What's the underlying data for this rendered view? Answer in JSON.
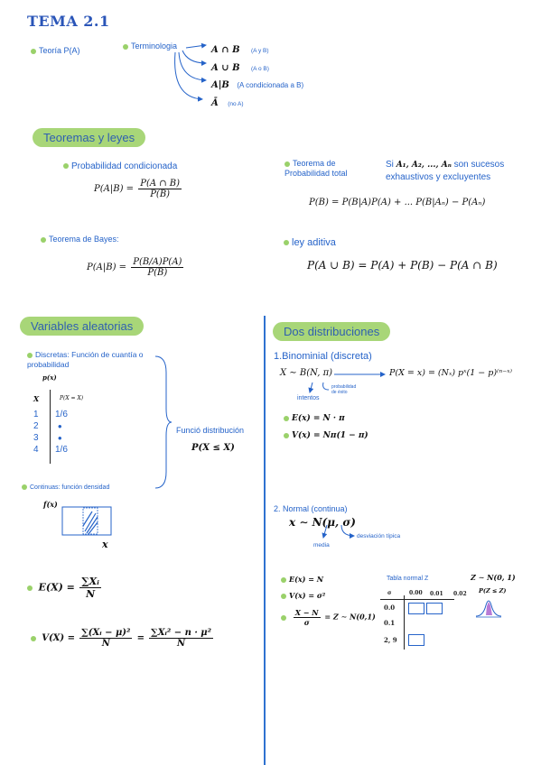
{
  "title": "TEMA 2.1",
  "teoria": "Teoría P(A)",
  "terminologia": {
    "label": "Terminologia",
    "items": [
      {
        "sym": "A ∩ B",
        "note": "(A y B)"
      },
      {
        "sym": "A ∪ B",
        "note": "(A o B)"
      },
      {
        "sym": "A|B",
        "note": "(A condicionada a B)"
      },
      {
        "sym": "Ā",
        "note": "(no A)"
      }
    ]
  },
  "teoremas": {
    "pill": "Teoremas y leyes",
    "cond_label": "Probabilidad condicionada",
    "cond_lhs": "P(A|B) =",
    "cond_num": "P(A ∩ B)",
    "cond_den": "P(B)",
    "total_label": "Teorema de Probabilidad total",
    "total_desc_si": "Si",
    "total_desc_sets": "A₁, A₂, ..., Aₙ",
    "total_desc_rest": "son sucesos exhaustivos y excluyentes",
    "total_formula": "P(B) = P(B|A)P(A) + ... P(B|Aₙ) − P(Aₙ)",
    "bayes_label": "Teorema de Bayes:",
    "bayes_lhs": "P(A|B) =",
    "bayes_num": "P(B/A)P(A)",
    "bayes_den": "P(B)",
    "aditiva_label": "ley aditiva",
    "aditiva_formula": "P(A ∪ B) = P(A) + P(B) − P(A ∩ B)"
  },
  "variables": {
    "pill": "Variables aleatorias",
    "discretas": "Discretas: Función de cuantía o probabilidad",
    "px": "p(x)",
    "col_x": "X",
    "col_p": "P(X = X)",
    "rows": [
      {
        "x": "1",
        "p": "1/6"
      },
      {
        "x": "2",
        "p": "•"
      },
      {
        "x": "3",
        "p": "•"
      },
      {
        "x": "4",
        "p": "1/6"
      }
    ],
    "funcion_dist": "Funció distribución",
    "funcion_dist_formula": "P(X ≤ X)",
    "continuas": "Continuas: función densidad",
    "fx": "f(x)",
    "x_axis": "x",
    "ex_lhs": "E(X) =",
    "ex_num": "∑Xᵢ",
    "ex_den": "N",
    "vx_lhs": "V(X) =",
    "vx_num1": "∑(Xᵢ − μ)²",
    "vx_den1": "N",
    "vx_eq": "=",
    "vx_num2": "∑Xᵢ² − n · μ²",
    "vx_den2": "N"
  },
  "distribuciones": {
    "pill": "Dos distribuciones",
    "binom_title": "1.Binominial (discreta)",
    "binom_def": "X ∼ B(N, π)",
    "binom_formula": "P(X = x) = (Nₓ) pˣ(1 − p)⁽ⁿ⁻ˣ⁾",
    "intentos": "intentos",
    "prob_exito": "probabilidad de éxito",
    "binom_e": "E(x) = N · π",
    "binom_v": "V(x) = Nπ(1 − π)",
    "normal_title": "2. Normal (continua)",
    "normal_def": "x ∼ N(μ, σ)",
    "media": "media",
    "desv": "desviación típica",
    "normal_e": "E(x) = N",
    "normal_v": "V(x) = σ²",
    "normal_z_num": "X − N",
    "normal_z_den": "σ",
    "normal_z_rest": "= Z ∼ N(0,1)",
    "tabla_title": "Tabla normal Z",
    "tabla_cols": [
      "σ",
      "0.00",
      "0.01",
      "0.02"
    ],
    "tabla_rows": [
      "0.0",
      "0.1",
      "2, 9"
    ],
    "zdist": "Z ∼ N(0, 1)",
    "pz": "P(Z ≤ Z)"
  },
  "colors": {
    "accent": "#2563c9",
    "pill": "#a8d678",
    "bullet": "#9ad16a",
    "divider": "#2f72d0"
  }
}
